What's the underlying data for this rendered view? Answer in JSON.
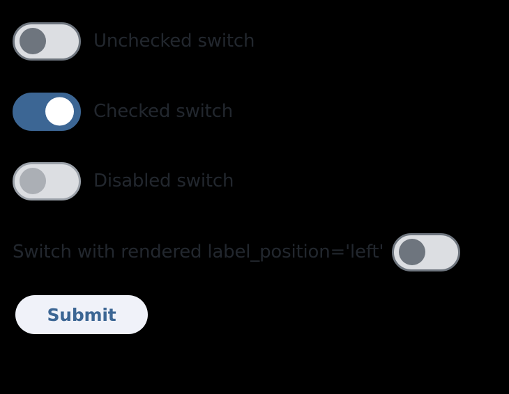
{
  "background_color": "#000000",
  "colors": {
    "track_off": "#dcdee2",
    "track_border": "#6e757e",
    "track_on": "#3c6694",
    "knob_off": "#6e757e",
    "knob_on": "#ffffff",
    "knob_disabled": "#abafb5",
    "label_text": "#22272e",
    "button_bg": "#f0f2f9",
    "button_text": "#3c6694"
  },
  "switches": [
    {
      "id": "unchecked-switch",
      "label": "Unchecked switch",
      "state": "off",
      "checked": false,
      "disabled": false,
      "label_position": "right"
    },
    {
      "id": "checked-switch",
      "label": "Checked switch",
      "state": "on",
      "checked": true,
      "disabled": false,
      "label_position": "right"
    },
    {
      "id": "disabled-switch",
      "label": "Disabled switch",
      "state": "off",
      "checked": false,
      "disabled": true,
      "label_position": "right"
    },
    {
      "id": "left-label-switch",
      "label": "Switch with rendered label_position='left'",
      "state": "off",
      "checked": false,
      "disabled": false,
      "label_position": "left"
    }
  ],
  "submit": {
    "label": "Submit"
  }
}
